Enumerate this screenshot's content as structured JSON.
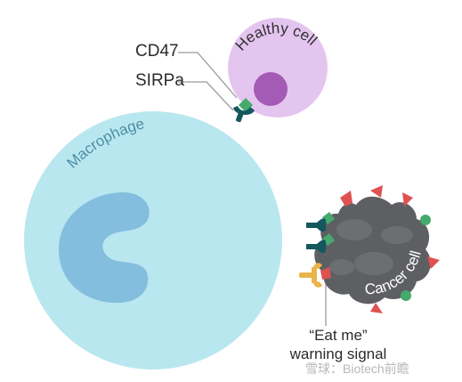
{
  "labels": {
    "healthy_cell": "Healthy cell",
    "cd47": "CD47",
    "sirpa": "SIRPa",
    "macrophage": "Macrophage",
    "cancer_cell": "Cancer cell",
    "eat_me": "“Eat me”",
    "warning_signal": "warning signal"
  },
  "watermark": "雪球：Biotech前瞻",
  "colors": {
    "macrophage_fill": "#b9e7ef",
    "nucleus_fill": "#84bedf",
    "healthy_cell_fill": "#e4c5ef",
    "healthy_nucleus_fill": "#a45bb5",
    "cancer_cell_fill": "#5e5f63",
    "cd47_green": "#45aa6c",
    "sirpa_teal": "#14575f",
    "eat_me_yellow": "#eab44a",
    "eat_me_red": "#e05252"
  }
}
